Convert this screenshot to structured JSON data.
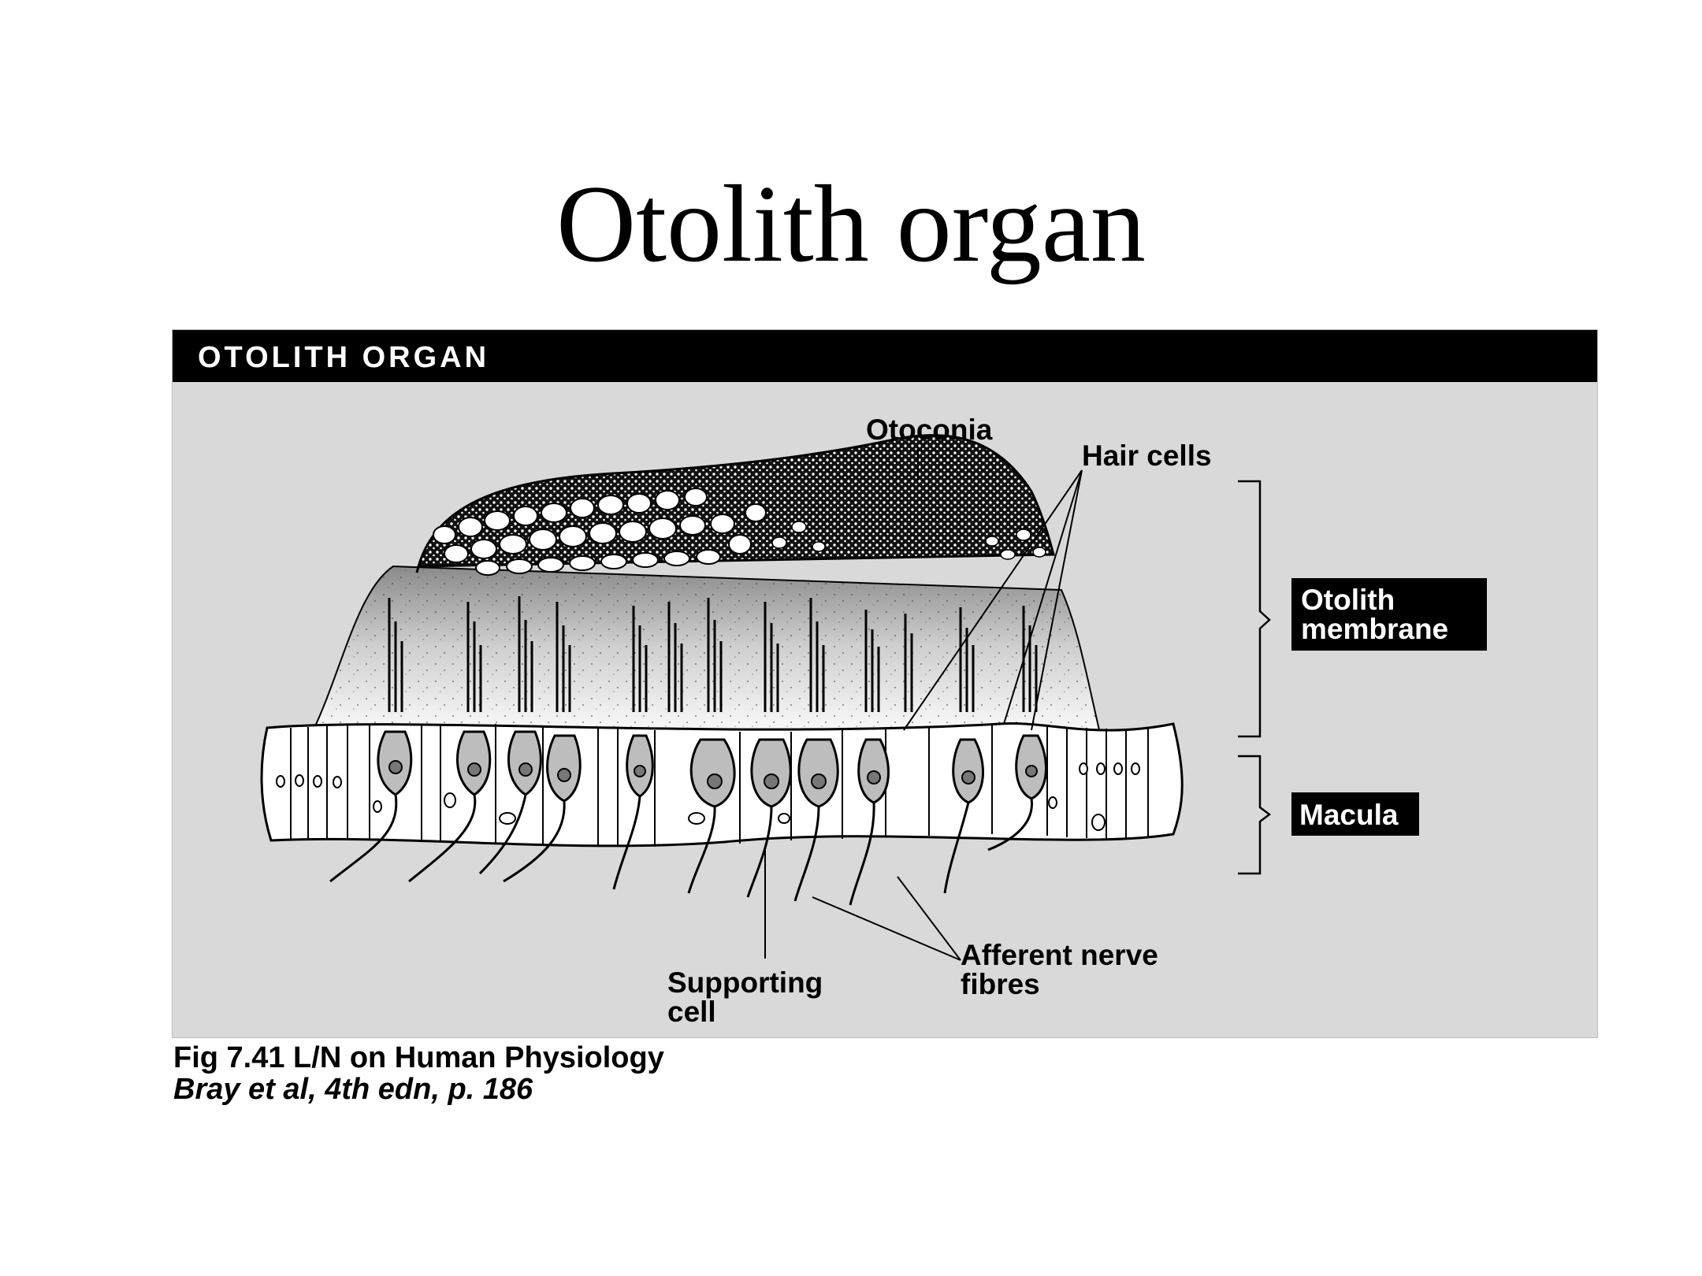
{
  "slide": {
    "title": "Otolith organ"
  },
  "figure": {
    "header": "OTOLITH ORGAN",
    "labels": {
      "otoconia": "Otoconia",
      "hair_cells": "Hair cells",
      "otolith_membrane_line1": "Otolith",
      "otolith_membrane_line2": "membrane",
      "macula": "Macula",
      "supporting_cell_line1": "Supporting",
      "supporting_cell_line2": "cell",
      "afferent_line1": "Afferent nerve",
      "afferent_line2": "fibres"
    },
    "caption": {
      "line1": "Fig 7.41 L/N on Human Physiology",
      "line2": "Bray et al, 4th edn, p. 186"
    }
  }
}
